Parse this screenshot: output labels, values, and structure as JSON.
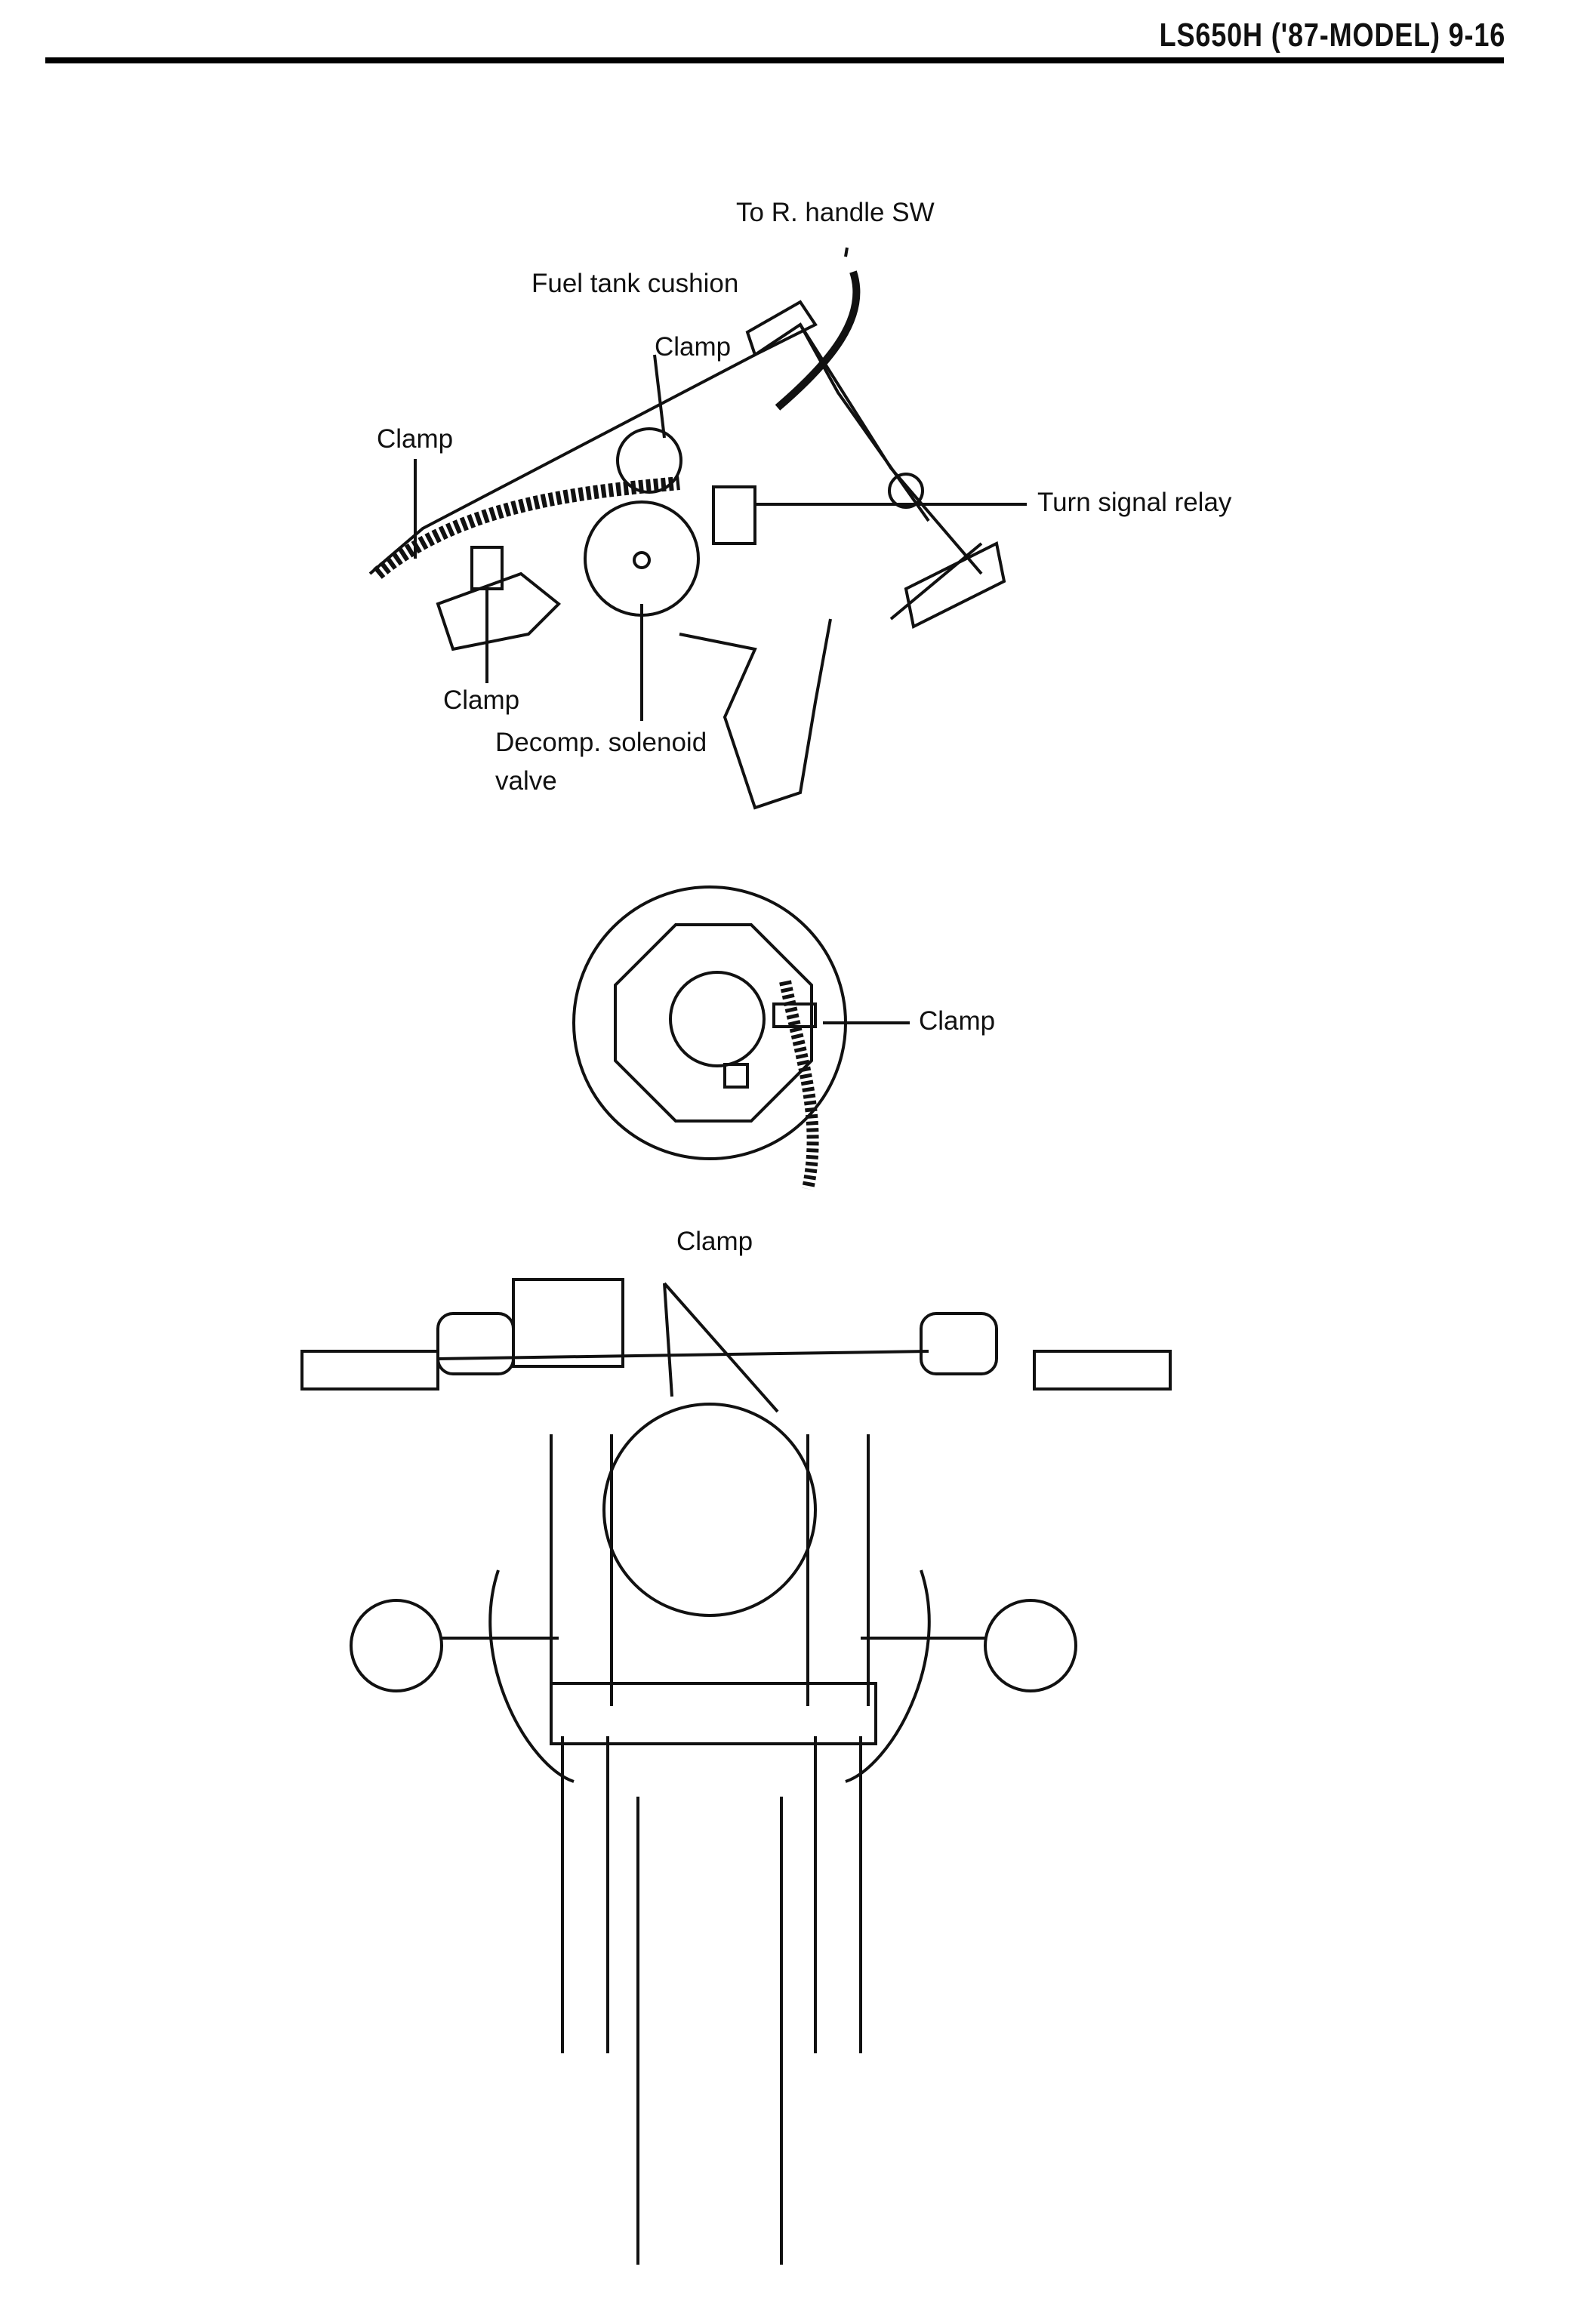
{
  "header": {
    "title": "LS650H ('87-MODEL) 9-16"
  },
  "figure1": {
    "labels": {
      "to_r_handle_sw": "To R. handle SW",
      "fuel_tank_cushion": "Fuel tank cushion",
      "clamp_top": "Clamp",
      "clamp_left": "Clamp",
      "turn_signal_relay": "Turn signal relay",
      "clamp_bottom": "Clamp",
      "decomp_solenoid_line1": "Decomp. solenoid",
      "decomp_solenoid_line2": "valve"
    }
  },
  "figure2": {
    "labels": {
      "clamp": "Clamp"
    }
  },
  "figure3": {
    "labels": {
      "clamp": "Clamp"
    }
  }
}
